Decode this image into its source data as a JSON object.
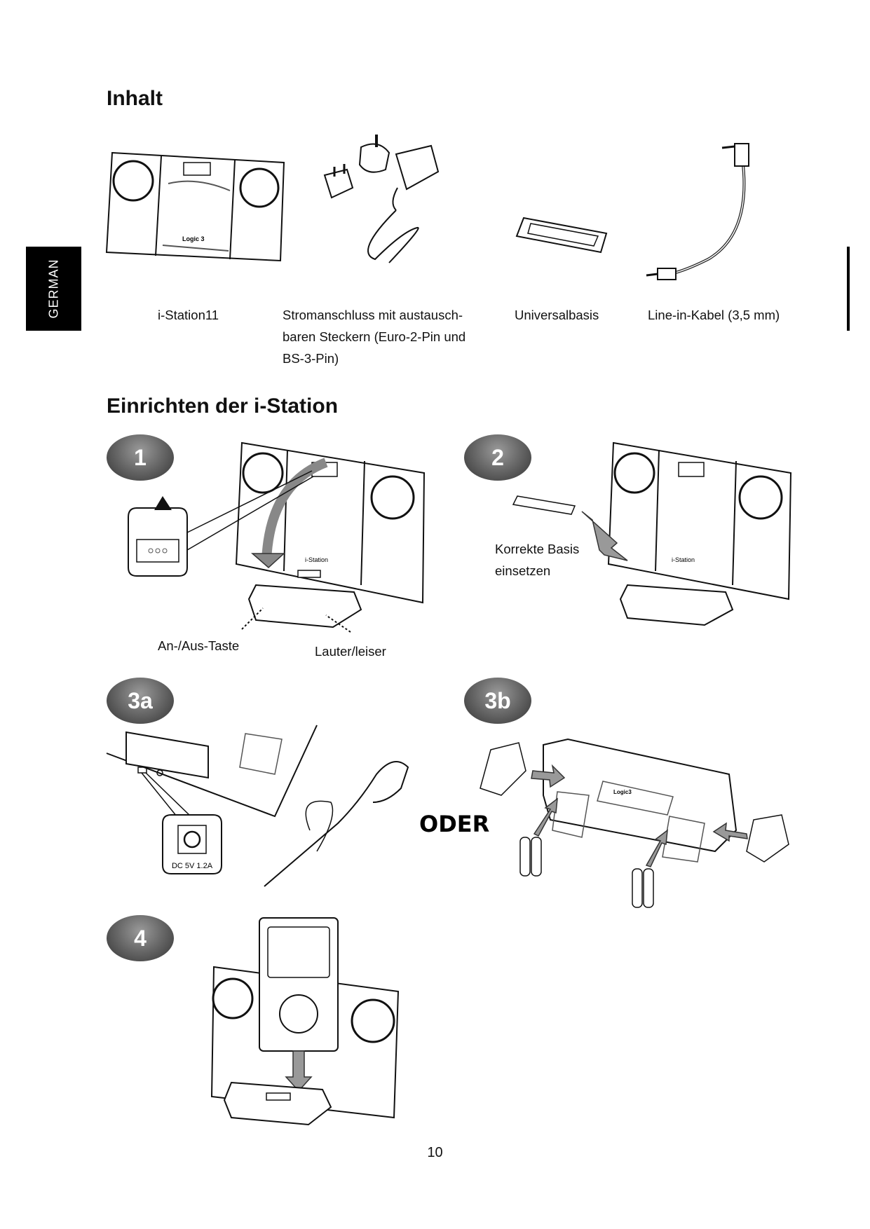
{
  "language_tab": "GERMAN",
  "contents": {
    "heading": "Inhalt",
    "items": [
      {
        "icon": "speaker-unit-icon",
        "lines": [
          "i-Station11"
        ]
      },
      {
        "icon": "power-adapter-icon",
        "lines": [
          "Stromanschluss mit austausch-",
          "baren Steckern (Euro-2-Pin und",
          "BS-3-Pin)"
        ]
      },
      {
        "icon": "universal-dock-insert-icon",
        "lines": [
          "Universalbasis"
        ]
      },
      {
        "icon": "line-in-cable-icon",
        "lines": [
          "Line-in-Kabel (3,5 mm)"
        ]
      }
    ],
    "unit_logo": "Logic3"
  },
  "setup": {
    "heading": "Einrichten der i-Station",
    "steps": [
      {
        "badge": "1",
        "labels": [
          "An-/Aus-Taste",
          "Lauter/leiser"
        ],
        "dock_label": "i-Station"
      },
      {
        "badge": "2",
        "labels": [
          "Korrekte Basis",
          "einsetzen"
        ],
        "dock_label": "i-Station"
      },
      {
        "badge": "3a",
        "labels": [
          "DC 5V 1.2A"
        ]
      },
      {
        "badge": "3b",
        "labels": []
      },
      {
        "badge": "4",
        "labels": []
      }
    ],
    "or_label": "ODER"
  },
  "page_number": "10"
}
